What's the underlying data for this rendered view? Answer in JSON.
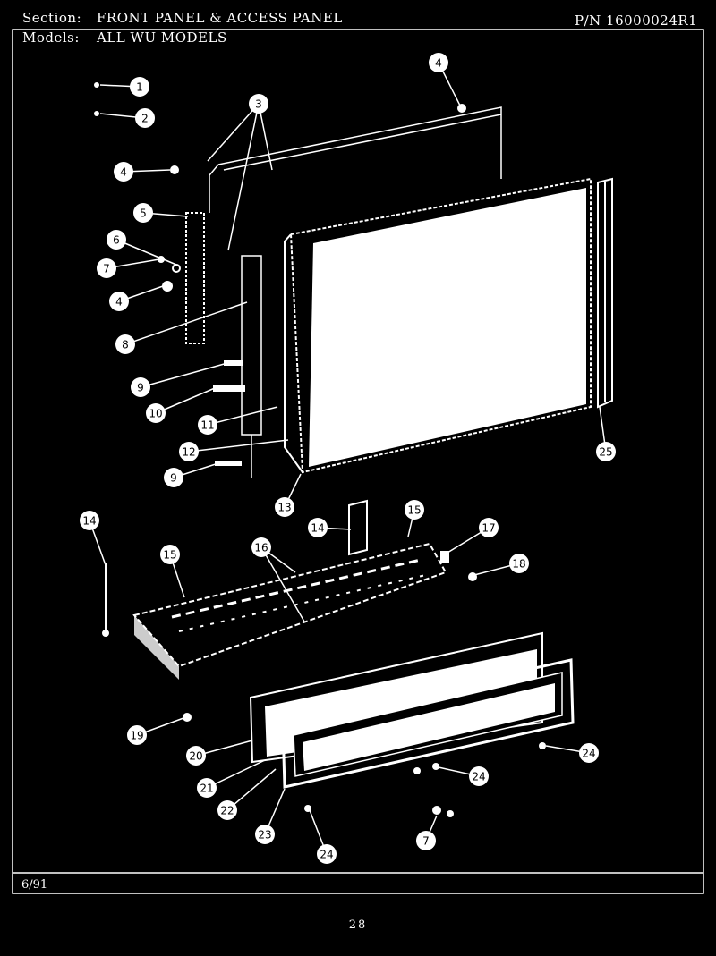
{
  "header": {
    "section_label": "Section:",
    "section_value": "FRONT PANEL & ACCESS PANEL",
    "models_label": "Models:",
    "models_value": "ALL WU MODELS",
    "part_number": "P/N 16000024R1"
  },
  "callouts": [
    "1",
    "2",
    "3",
    "4",
    "4",
    "4",
    "5",
    "6",
    "7",
    "8",
    "9",
    "10",
    "11",
    "12",
    "9",
    "13",
    "14",
    "15",
    "14",
    "15",
    "16",
    "17",
    "18",
    "19",
    "20",
    "21",
    "22",
    "23",
    "24",
    "24",
    "24",
    "25",
    "7"
  ],
  "footer": {
    "date": "6/91",
    "page_number": "28"
  }
}
